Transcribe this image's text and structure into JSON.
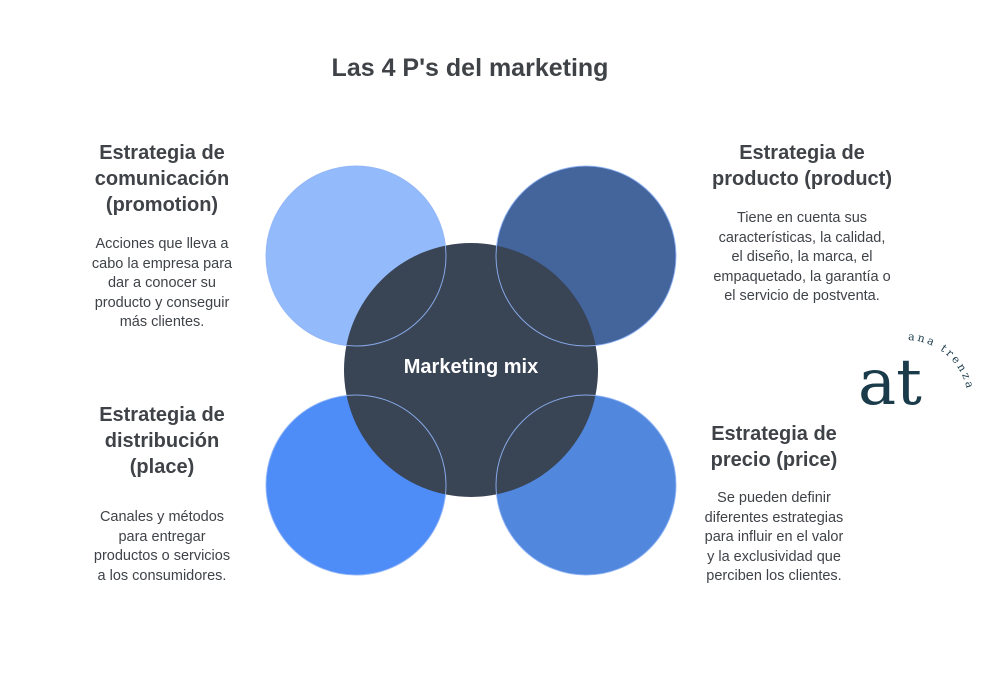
{
  "title": "Las 4 P's del marketing",
  "center": {
    "label": "Marketing mix",
    "color": "#394455"
  },
  "quadrants": [
    {
      "heading": [
        "Estrategia de",
        "comunicación",
        "(promotion)"
      ],
      "body": [
        "Acciones que lleva a",
        "cabo la empresa para",
        "dar a conocer su",
        "producto y conseguir",
        "más clientes."
      ],
      "color": "#93bbfc"
    },
    {
      "heading": [
        "Estrategia de",
        "producto (product)"
      ],
      "body": [
        "Tiene en cuenta sus",
        "características, la calidad,",
        "el diseño, la marca, el",
        "empaquetado, la garantía o",
        "el servicio de postventa."
      ],
      "color": "#44649c"
    },
    {
      "heading": [
        "Estrategia de",
        "distribución",
        "(place)"
      ],
      "body": [
        "Canales y métodos",
        "para entregar",
        "productos o servicios",
        "a los consumidores."
      ],
      "color": "#4e8cf8"
    },
    {
      "heading": [
        "Estrategia de",
        "precio (price)"
      ],
      "body": [
        "Se pueden definir",
        "diferentes estrategias",
        "para influir en el valor",
        "y la exclusividad que",
        "perciben los clientes."
      ],
      "color": "#5187dc"
    }
  ],
  "logo": {
    "text": "ana trenza",
    "monogram": "at",
    "color": "#1a3b4a"
  }
}
